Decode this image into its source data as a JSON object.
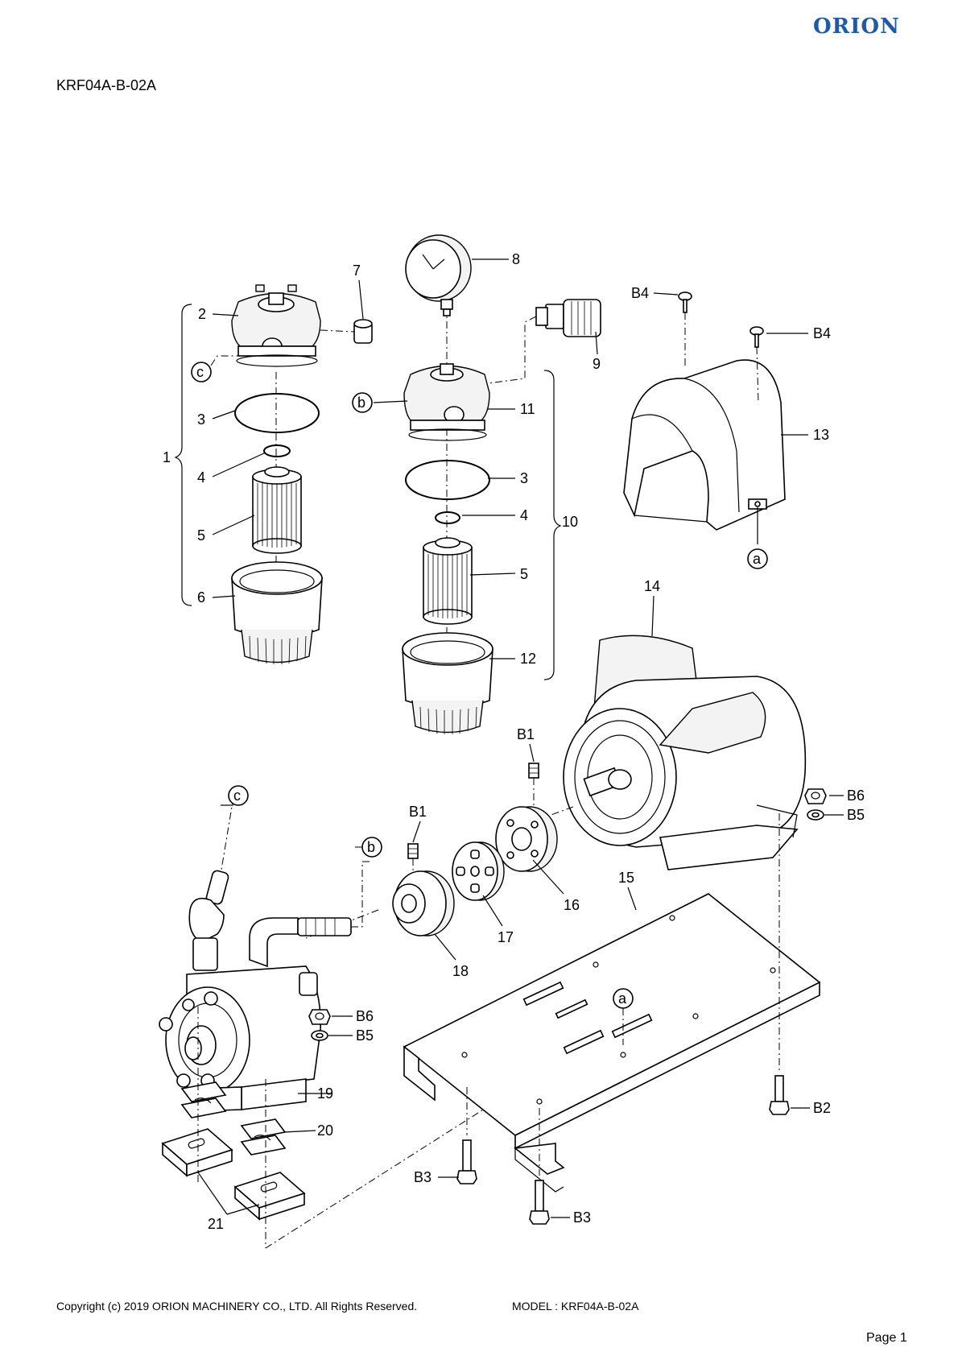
{
  "header": {
    "brand_logo": "ORION",
    "doc_id": "KRF04A-B-02A"
  },
  "footer": {
    "copyright": "Copyright (c) 2019 ORION MACHINERY CO., LTD. All Rights Reserved.",
    "model": "MODEL : KRF04A-B-02A",
    "page": "Page 1"
  },
  "diagram": {
    "callouts": {
      "n1": "1",
      "n2": "2",
      "n3_left": "3",
      "n3_right": "3",
      "n4_left": "4",
      "n4_right": "4",
      "n5_left": "5",
      "n5_right": "5",
      "n6": "6",
      "n7": "7",
      "n8": "8",
      "n9": "9",
      "n10": "10",
      "n11": "11",
      "n12": "12",
      "n13": "13",
      "n14": "14",
      "n15": "15",
      "n16": "16",
      "n17": "17",
      "n18": "18",
      "n19": "19",
      "n20": "20",
      "n21": "21",
      "b1_top": "B1",
      "b1_mid": "B1",
      "b2": "B2",
      "b3_left": "B3",
      "b3_right": "B3",
      "b4_top": "B4",
      "b4_right": "B4",
      "b5_motor": "B5",
      "b5_pump": "B5",
      "b6_motor": "B6",
      "b6_pump": "B6"
    },
    "connectors": {
      "a_cover": "a",
      "a_base": "a",
      "b_filter": "b",
      "b_pump": "b",
      "c_filter": "c",
      "c_pump": "c"
    }
  }
}
